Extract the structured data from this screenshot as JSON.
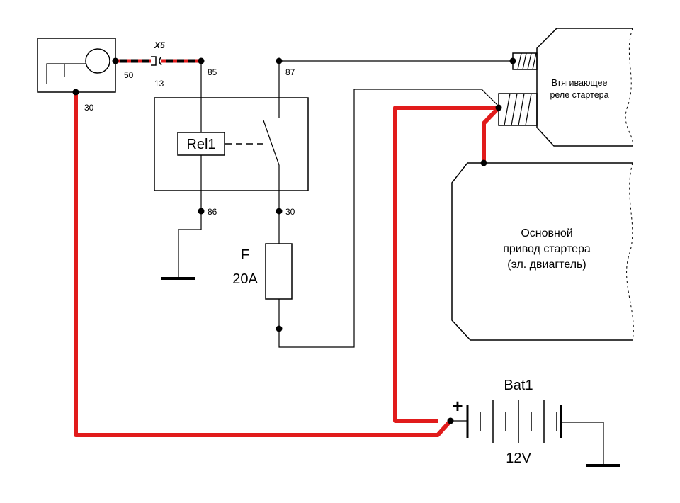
{
  "connector": {
    "label": "X5"
  },
  "pins": {
    "switch_50": "50",
    "switch_30": "30",
    "connector_13": "13",
    "relay_85": "85",
    "relay_87": "87",
    "relay_86": "86",
    "relay_30": "30"
  },
  "relay": {
    "label": "Rel1"
  },
  "fuse": {
    "label": "F",
    "rating": "20A"
  },
  "solenoid": {
    "line1": "Втягивающее",
    "line2": "реле стартера"
  },
  "motor": {
    "line1": "Основной",
    "line2": "привод стартера",
    "line3": "(эл. двиагтель)"
  },
  "battery": {
    "label": "Bat1",
    "voltage": "12V",
    "plus": "+"
  },
  "colors": {
    "power_wire": "#e11b1b",
    "signal_wire": "#000000"
  }
}
